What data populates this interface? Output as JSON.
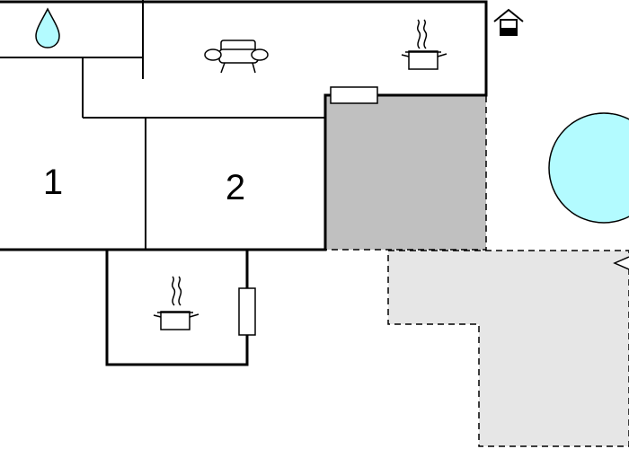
{
  "rooms": [
    {
      "id": "bedroom-1",
      "label": "1"
    },
    {
      "id": "bedroom-2",
      "label": "2"
    }
  ],
  "icons": {
    "bathroom": "water-drop-icon",
    "living": "sofa-icon",
    "kitchen_main": "cooking-pot-icon",
    "kitchen_lower": "cooking-pot-icon",
    "house": "house-icon",
    "terrace": "terrace-icon",
    "pool": "pool-icon"
  },
  "colors": {
    "walls": "#000000",
    "covered_terrace": "#c0c0c0",
    "open_terrace": "#e6e6e6",
    "pool": "#b3fbff",
    "water_drop": "#b3fbff"
  }
}
